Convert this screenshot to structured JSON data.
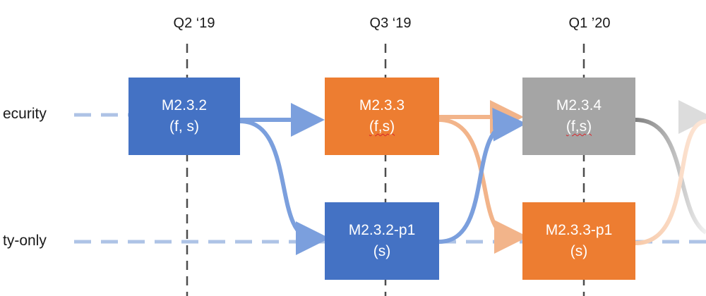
{
  "colors": {
    "blue": "#4472c4",
    "orange": "#ed7d31",
    "gray": "#a5a5a5",
    "light_blue": "#aec3e6",
    "arrow_blue": "#7b9fdd",
    "arrow_orange": "#f2b48a",
    "arrow_gray": "#8c8c8c",
    "dash": "#4d4d4d"
  },
  "quarters": [
    "Q2 ‘19",
    "Q3 ‘19",
    "Q1 ’20"
  ],
  "tracks": {
    "top": "ecurity",
    "bottom": "ty-only"
  },
  "releases": [
    {
      "name": "M2.3.2",
      "note": "(f, s)",
      "color": "blue"
    },
    {
      "name": "M2.3.3",
      "note": "(f,s)",
      "color": "orange"
    },
    {
      "name": "M2.3.4",
      "note": "(f,s)",
      "color": "gray"
    },
    {
      "name": "M2.3.2-p1",
      "note": "(s)",
      "color": "blue"
    },
    {
      "name": "M2.3.3-p1",
      "note": "(s)",
      "color": "orange"
    }
  ]
}
